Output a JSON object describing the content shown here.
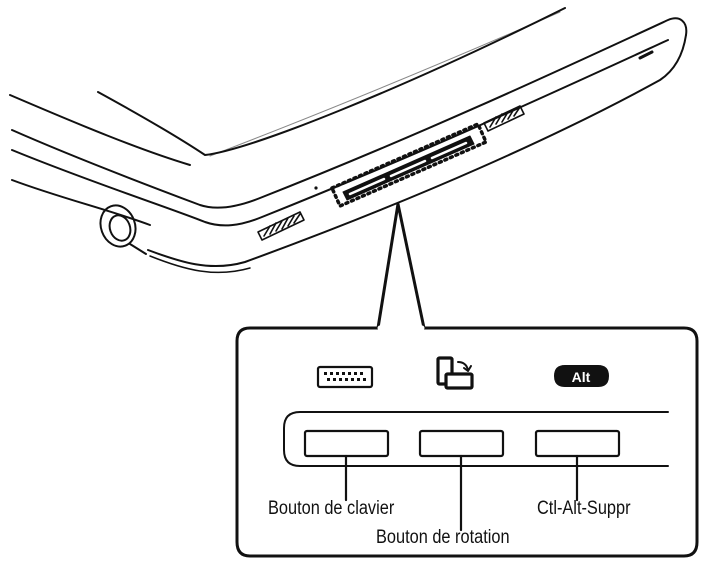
{
  "callout": {
    "labels": {
      "keyboard_button": "Bouton de clavier",
      "rotation_button": "Bouton de rotation",
      "ctrl_alt_del_button": "Ctl-Alt-Suppr"
    },
    "icons": {
      "keyboard": "keyboard-icon",
      "rotation": "screen-rotation-icon",
      "alt": "alt-key-icon",
      "alt_text": "Alt"
    }
  },
  "device": {
    "parts": [
      "tablet-corner",
      "speaker-grille-left",
      "speaker-grille-right",
      "button-strip",
      "audio-jack",
      "stylus-slot"
    ]
  },
  "colors": {
    "line": "#111111",
    "background": "#ffffff"
  }
}
